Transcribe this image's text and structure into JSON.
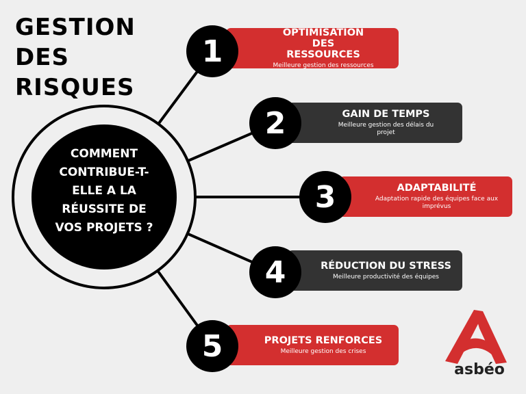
{
  "title_lines": [
    "GESTION",
    "DES",
    "RISQUES"
  ],
  "center_question": [
    "COMMENT",
    "CONTRIBUE-T-",
    "ELLE A LA",
    "RÉUSSITE DE",
    "VOS PROJETS ?"
  ],
  "colors": {
    "red": "#d32f2f",
    "dark": "#333333",
    "black": "#000000",
    "background": "#efefef"
  },
  "items": [
    {
      "number": "1",
      "title": "OPTIMISATION DES RESSOURCES",
      "subtitle": "Meilleure gestion des ressources",
      "color": "red"
    },
    {
      "number": "2",
      "title": "GAIN DE TEMPS",
      "subtitle": "Meilleure gestion des délais du projet",
      "color": "dark"
    },
    {
      "number": "3",
      "title": "ADAPTABILITÉ",
      "subtitle": "Adaptation rapide des équipes face aux imprévus",
      "color": "red"
    },
    {
      "number": "4",
      "title": "RÉDUCTION DU STRESS",
      "subtitle": "Meilleure productivité des équipes",
      "color": "dark"
    },
    {
      "number": "5",
      "title": "PROJETS RENFORCES",
      "subtitle": "Meilleure gestion des crises",
      "color": "red"
    }
  ],
  "logo": {
    "text": "asbéo",
    "icon": "asbeo-a-logo-icon"
  }
}
